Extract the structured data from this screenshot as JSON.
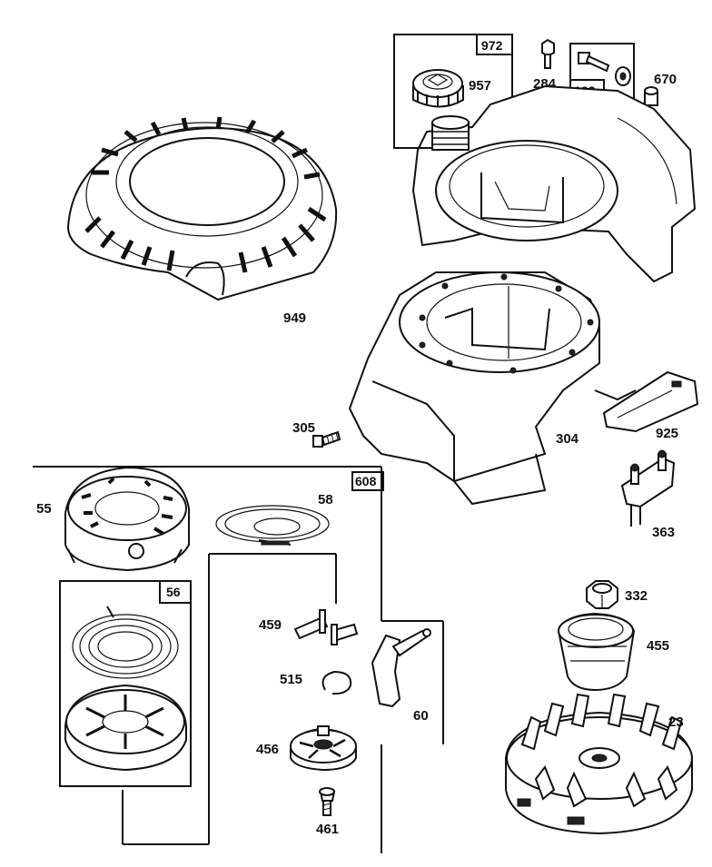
{
  "labels": {
    "p949": "949",
    "p972": "972",
    "p957": "957",
    "p284": "284",
    "p188": "188",
    "p670": "670",
    "p305": "305",
    "p304": "304",
    "p925": "925",
    "p608": "608",
    "p55": "55",
    "p58": "58",
    "p56": "56",
    "p459": "459",
    "p515": "515",
    "p60": "60",
    "p456": "456",
    "p461": "461",
    "p363": "363",
    "p332": "332",
    "p455": "455",
    "p23": "23"
  }
}
